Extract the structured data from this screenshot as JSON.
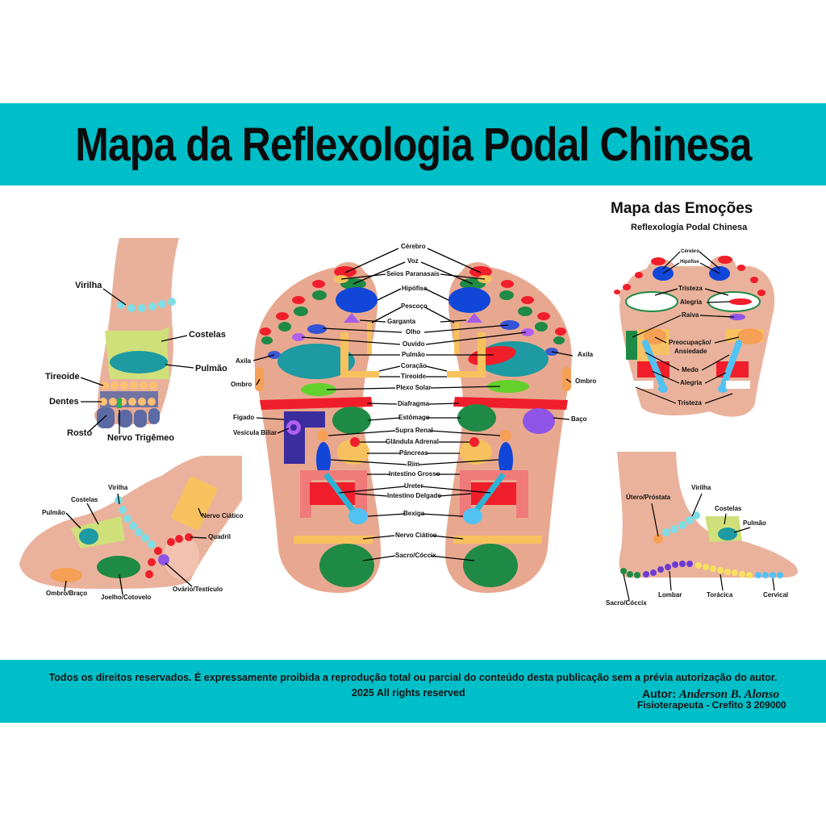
{
  "header": {
    "title": "Mapa da Reflexologia  Podal  Chinesa"
  },
  "emotions": {
    "title": "Mapa das Emoções",
    "subtitle": "Reflexologia Podal Chinesa"
  },
  "watermark": "Anderson B. Alonso",
  "top_foot": {
    "labels": {
      "virilha": "Virilha",
      "costelas": "Costelas",
      "pulmao": "Pulmão",
      "tireoide": "Tireoide",
      "dentes": "Dentes",
      "rosto": "Rosto",
      "nervo_trigemeo": "Nervo Trigêmeo"
    }
  },
  "side_foot": {
    "labels": {
      "costelas": "Costelas",
      "virilha": "Virilha",
      "pulmao": "Pulmão",
      "nervo_ciatico": "Nervo Ciático",
      "quadril": "Quadril",
      "ombro_braco": "Ombro/Braço",
      "joelho_cotovelo": "Joelho/Cotovelo",
      "ovario_testiculo": "Ovário/Testículo"
    }
  },
  "sole": {
    "labels": {
      "cerebro": "Cérebro",
      "voz": "Voz",
      "seios_paranasais": "Seios Paranasais",
      "hipofise": "Hipófise",
      "pescoco": "Pescoço",
      "garganta": "Garganta",
      "olho": "Olho",
      "ouvido": "Ouvido",
      "pulmao": "Pulmão",
      "coracao": "Coração",
      "tireoide": "Tireoide",
      "plexo_solar": "Plexo Solar",
      "diafragma": "Diafragma",
      "estomago": "Estômago",
      "supra_renal": "Supra Renal",
      "glandula_adrenal": "Glândula Adrenal",
      "pancreas": "Pâncreas",
      "rim": "Rim",
      "intestino_grosso": "Intestino Grosso",
      "ureter": "Ureter",
      "intestino_delgado": "Intestino Delgado",
      "bexiga": "Bexiga",
      "nervo_ciatico": "Nervo Ciático",
      "sacro_coccix": "Sacro/Cóccix",
      "axila_l": "Axila",
      "axila_r": "Axila",
      "ombro_l": "Ombro",
      "ombro_r": "Ombro",
      "figado": "Fígado",
      "vesicula": "Vesícula Biliar",
      "baco": "Baço"
    }
  },
  "emotion_foot": {
    "labels": {
      "cerebro": "Cérebro",
      "hipofise": "Hipófise",
      "tristeza1": "Tristeza",
      "alegria1": "Alegria",
      "raiva": "Raiva",
      "preocupacao": "Preocupação/",
      "ansiedade": "Ansiedade",
      "medo": "Medo",
      "alegria2": "Alegria",
      "tristeza2": "Tristeza"
    }
  },
  "spine_foot": {
    "labels": {
      "utero": "Útero/Próstata",
      "virilha": "Virilha",
      "costelas": "Costelas",
      "pulmao": "Pulmão",
      "sacro": "Sacro/Cóccix",
      "lombar": "Lombar",
      "toracica": "Torácica",
      "cervical": "Cervical"
    }
  },
  "footer": {
    "rights": "Todos os direitos reservados. É expressamente proibida a reprodução total ou parcial do conteúdo desta publicação sem a prévia autorização do autor.",
    "year": "2025 All rights reserved",
    "author_label": "Autor:",
    "author_name": "Anderson B. Alonso",
    "profession": "Fisioterapeuta - Crefito 3 209000"
  },
  "colors": {
    "band": "#00bfc8",
    "skin": "#e8a88f",
    "skin_dark": "#d9917a"
  }
}
